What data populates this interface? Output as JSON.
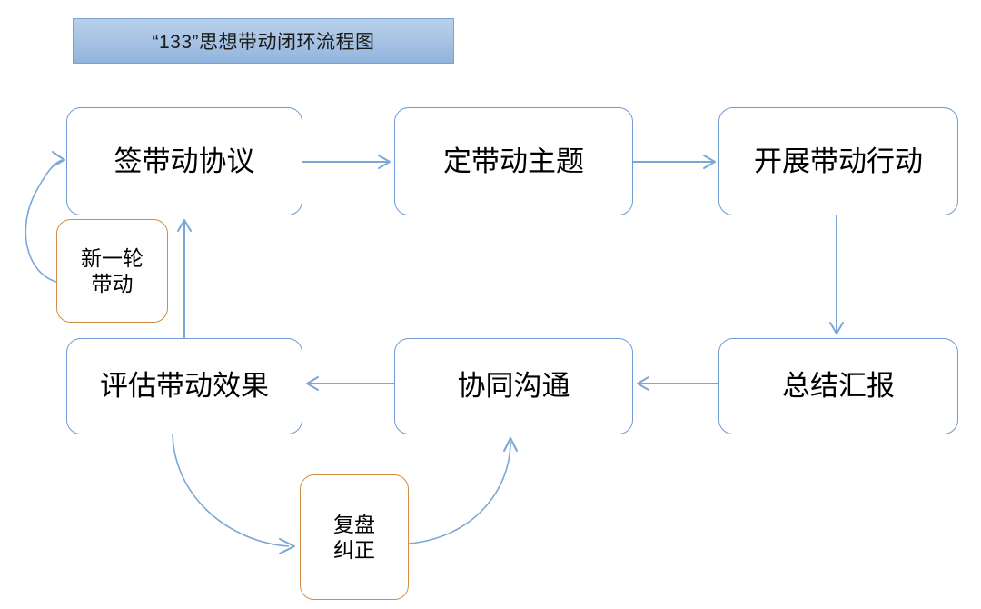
{
  "title": {
    "text": "“133”思想带动闭环流程图",
    "background_start": "#b9d0ea",
    "background_end": "#91b4dd",
    "border_color": "#7ba2d0"
  },
  "theme": {
    "node_border_blue": "#6e9bd1",
    "node_border_orange": "#d28c43",
    "connector_color": "#7ba7d7",
    "node_fill": "#ffffff",
    "page_background": "#ffffff",
    "text_color": "#000000"
  },
  "nodes": {
    "sign": {
      "label": "签带动协议",
      "kind": "process",
      "color": "blue"
    },
    "theme": {
      "label": "定带动主题",
      "kind": "process",
      "color": "blue"
    },
    "action": {
      "label": "开展带动行动",
      "kind": "process",
      "color": "blue"
    },
    "report": {
      "label": "总结汇报",
      "kind": "process",
      "color": "blue"
    },
    "communicate": {
      "label": "协同沟通",
      "kind": "process",
      "color": "blue"
    },
    "evaluate": {
      "label": "评估带动效果",
      "kind": "process",
      "color": "blue"
    },
    "new_round": {
      "label": "新一轮\n带动",
      "kind": "annotation",
      "color": "orange"
    },
    "review": {
      "label": "复盘\n纠正",
      "kind": "annotation",
      "color": "orange"
    }
  },
  "edges": [
    {
      "name": "sign-to-theme",
      "from": "sign",
      "to": "theme",
      "style": "straight-right"
    },
    {
      "name": "theme-to-action",
      "from": "theme",
      "to": "action",
      "style": "straight-right"
    },
    {
      "name": "action-to-report",
      "from": "action",
      "to": "report",
      "style": "straight-down"
    },
    {
      "name": "report-to-communicate",
      "from": "report",
      "to": "communicate",
      "style": "straight-left"
    },
    {
      "name": "communicate-to-evaluate",
      "from": "communicate",
      "to": "evaluate",
      "style": "straight-left"
    },
    {
      "name": "evaluate-to-sign",
      "from": "evaluate",
      "to": "sign",
      "style": "straight-up"
    },
    {
      "name": "new-round-to-sign",
      "from": "new_round",
      "to": "sign",
      "style": "curve-left-up"
    },
    {
      "name": "evaluate-to-review",
      "from": "evaluate",
      "to": "review",
      "style": "curve-down-right"
    },
    {
      "name": "review-to-communicate",
      "from": "review",
      "to": "communicate",
      "style": "curve-up-right"
    }
  ]
}
